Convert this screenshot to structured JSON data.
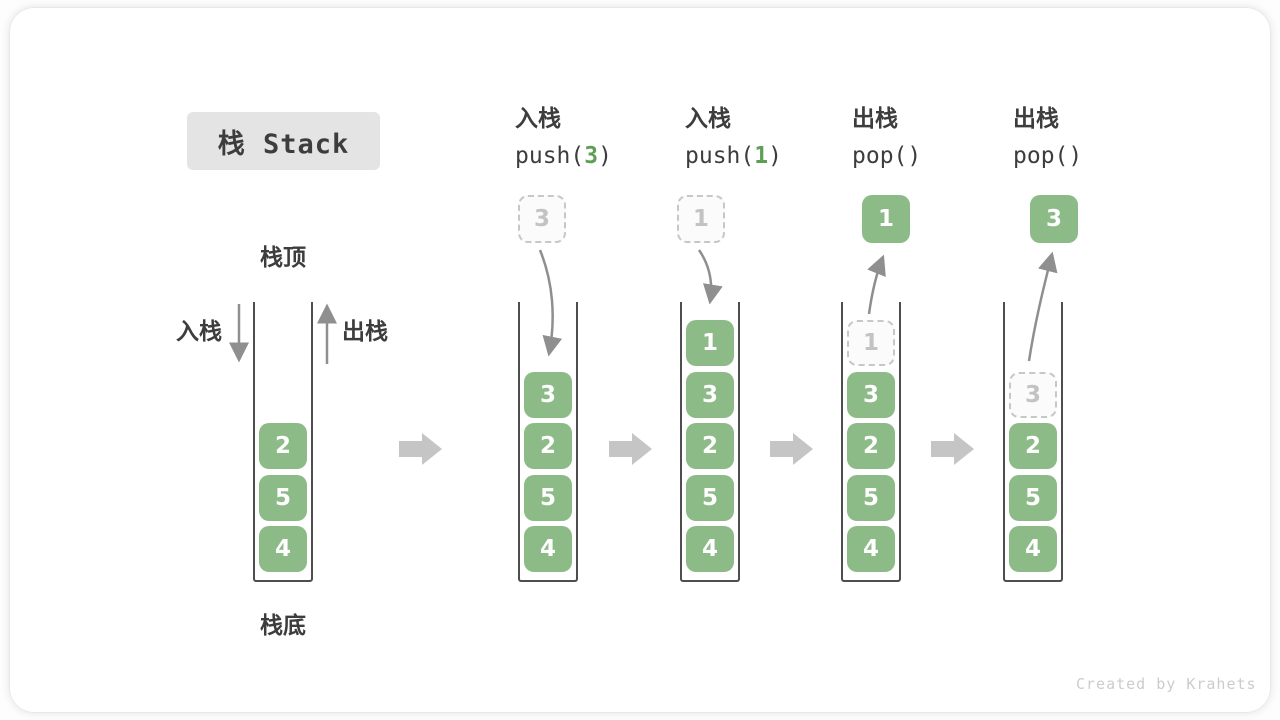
{
  "title": "栈 Stack",
  "watermark": "Created by Krahets",
  "stack_labels": {
    "top": "栈顶",
    "bottom": "栈底",
    "push": "入栈",
    "pop": "出栈"
  },
  "operations": [
    {
      "label": "入栈",
      "code_prefix": "push(",
      "code_value": "3",
      "code_suffix": ")"
    },
    {
      "label": "入栈",
      "code_prefix": "push(",
      "code_value": "1",
      "code_suffix": ")"
    },
    {
      "label": "出栈",
      "code_prefix": "pop(",
      "code_value": "",
      "code_suffix": ")"
    },
    {
      "label": "出栈",
      "code_prefix": "pop(",
      "code_value": "",
      "code_suffix": ")"
    }
  ],
  "floating_values": {
    "push_3": "3",
    "push_1": "1",
    "pop_1": "1",
    "pop_3": "3"
  },
  "stacks": [
    {
      "cells": [
        "2",
        "5",
        "4"
      ]
    },
    {
      "cells": [
        "3",
        "2",
        "5",
        "4"
      ]
    },
    {
      "cells": [
        "1",
        "3",
        "2",
        "5",
        "4"
      ]
    },
    {
      "ghost": "1",
      "cells": [
        "3",
        "2",
        "5",
        "4"
      ]
    },
    {
      "ghost": "3",
      "cells": [
        "2",
        "5",
        "4"
      ]
    }
  ],
  "icons": {
    "step_arrow": "right-block-arrow",
    "push_arrow": "down-arrow",
    "pop_arrow": "up-arrow"
  },
  "colors": {
    "cell_green": "#8dbb87",
    "code_value_green": "#5f9e56",
    "title_bg": "#e4e4e4",
    "text_dark": "#3d3d3d",
    "container_wall": "#4e4e4e",
    "arrow_gray": "#8f8f8f",
    "block_arrow_gray": "#c5c5c5",
    "ghost_border": "#c7c7c7",
    "ghost_text": "#c3c3c3",
    "watermark_gray": "#cccccc"
  }
}
